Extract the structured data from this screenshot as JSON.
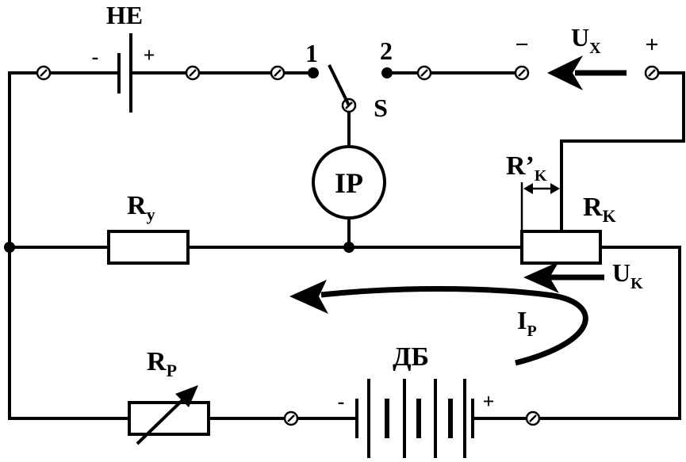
{
  "labels": {
    "ne": "НЕ",
    "ne_minus": "-",
    "ne_plus": "+",
    "pos1": "1",
    "pos2": "2",
    "switch": "S",
    "ux_minus": "−",
    "ux_plus": "+",
    "ux_main": "U",
    "ux_sub": "X",
    "ip": "IP",
    "rk_prime_main": "R’",
    "rk_prime_sub": "K",
    "rk_main": "R",
    "rk_sub": "K",
    "ry_main": "R",
    "ry_sub": "y",
    "uk_main": "U",
    "uk_sub": "K",
    "ip_current_main": "I",
    "ip_current_sub": "P",
    "rp_main": "R",
    "rp_sub": "P",
    "db": "ДБ",
    "db_minus": "-",
    "db_plus": "+"
  },
  "colors": {
    "ink": "#000000",
    "background": "#ffffff"
  }
}
